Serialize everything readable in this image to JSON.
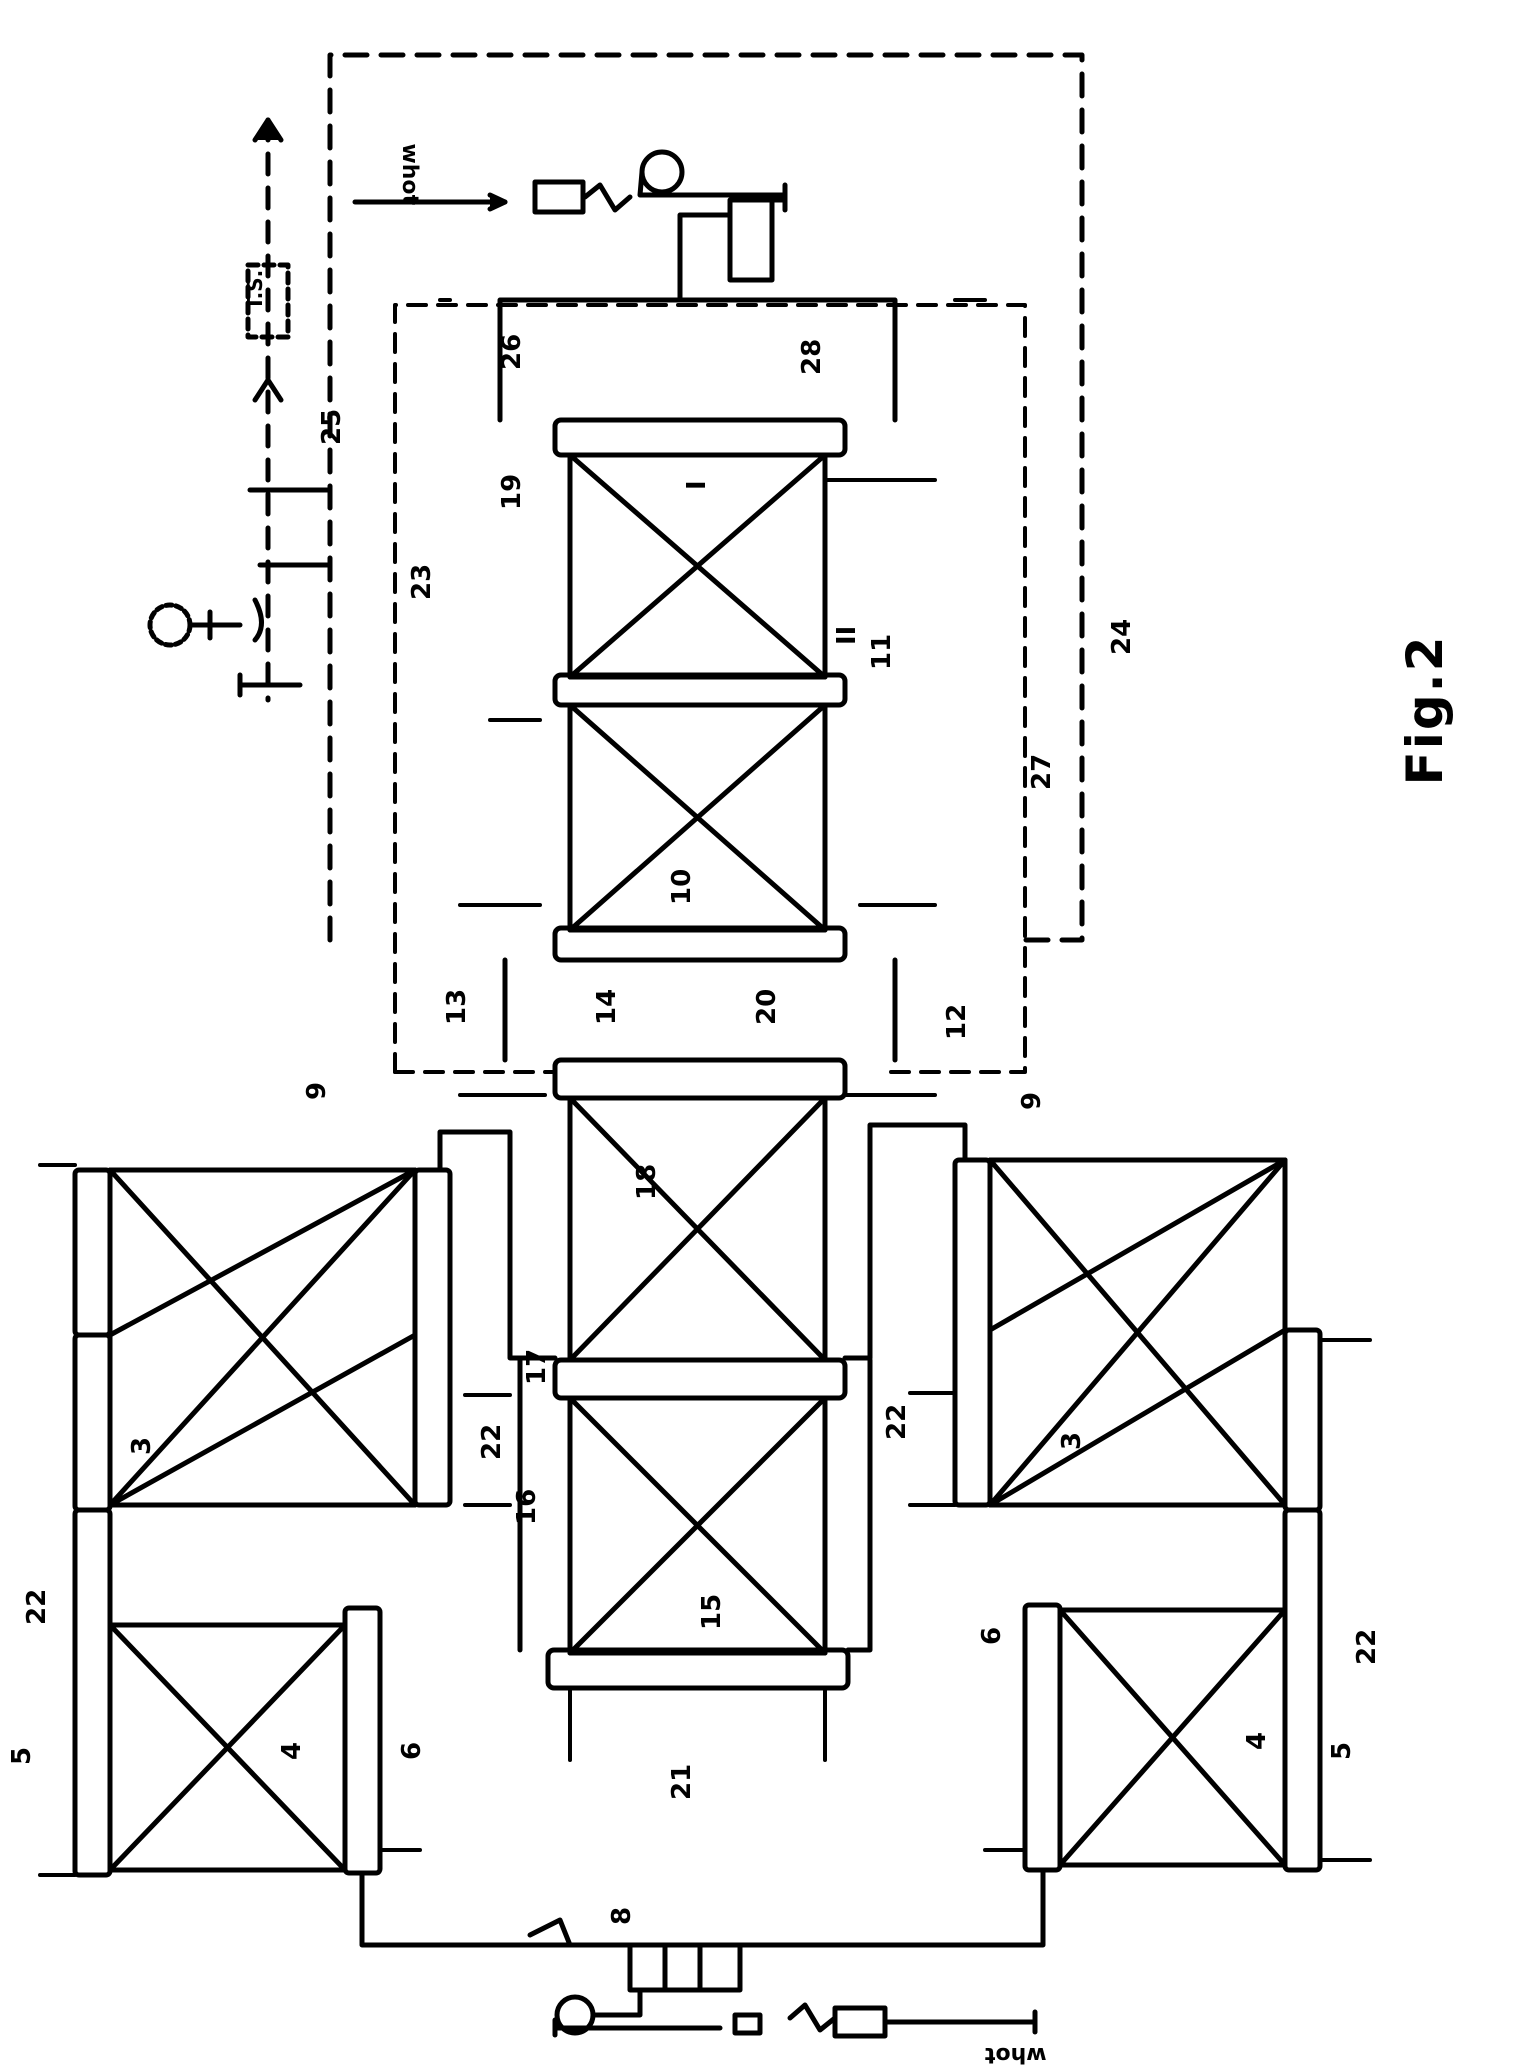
{
  "figure": {
    "caption": "Fig.2",
    "flow_label_top": "ʇoɥʍ",
    "flow_label_bottom": "ʇoɥʍ",
    "meter_label": "T.S."
  },
  "labels": {
    "l3_top": "3",
    "l3_bottom": "3",
    "l4_top": "4",
    "l4_bottom": "4",
    "l5_top": "5",
    "l5_bottom": "5",
    "l6_top": "6",
    "l6_bottom": "6",
    "l8": "8",
    "l9_top": "9",
    "l9_bottom": "9",
    "l10": "10",
    "l11": "11",
    "l12": "12",
    "l13": "13",
    "l14": "14",
    "l15": "15",
    "l16": "16",
    "l17": "17",
    "l18": "18",
    "l19": "19",
    "l20": "20",
    "l21": "21",
    "l22_top": "22",
    "l22_top2": "22",
    "l22_bottom": "22",
    "l22_bottom2": "22",
    "l23": "23",
    "l24": "24",
    "l25": "25",
    "l26": "26",
    "l27": "27",
    "l28": "28",
    "lI": "I",
    "lII": "II"
  }
}
